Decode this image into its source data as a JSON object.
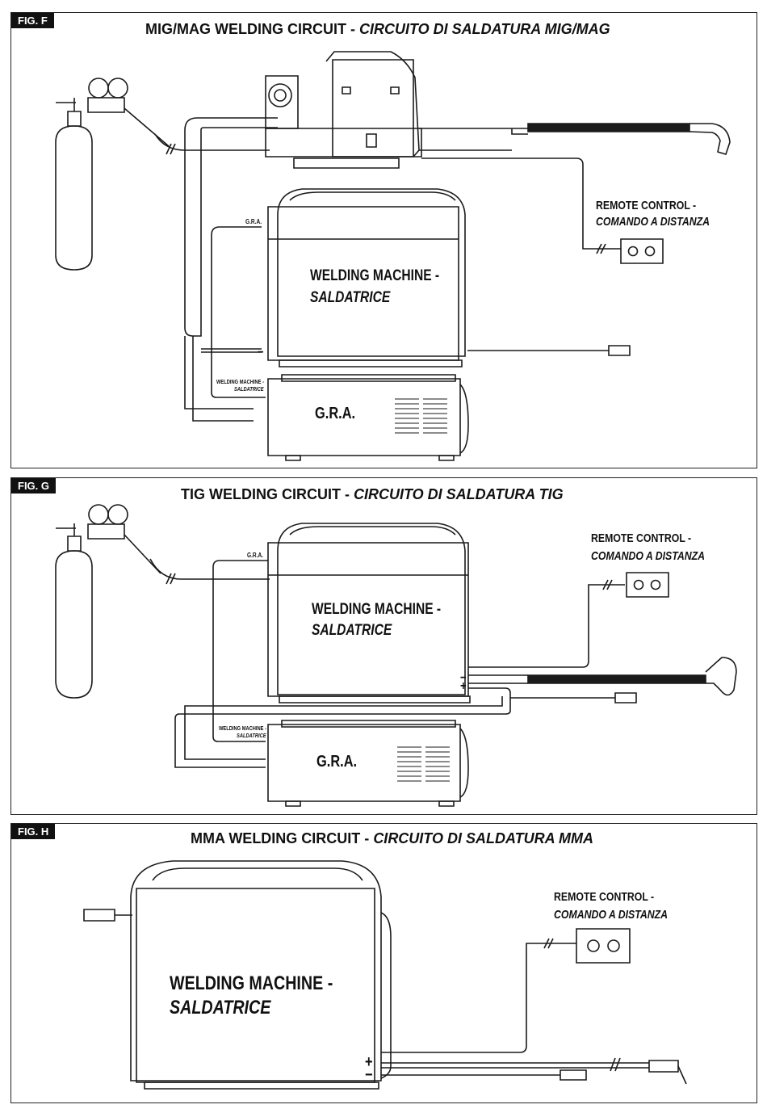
{
  "figures": [
    {
      "tag": "FIG. F",
      "title": "MIG/MAG WELDING CIRCUIT - ",
      "title_italic": "CIRCUITO DI SALDATURA MIG/MAG",
      "remote_line1": "REMOTE CONTROL -",
      "remote_line2": "COMANDO A DISTANZA",
      "machine_line1": "WELDING MACHINE -",
      "machine_line2": "SALDATRICE",
      "gra_small": "G.R.A.",
      "gra_unit_label": "G.R.A.",
      "gra_conn_line1": "WELDING MACHINE -",
      "gra_conn_line2": "SALDATRICE"
    },
    {
      "tag": "FIG. G",
      "title": "TIG WELDING CIRCUIT - ",
      "title_italic": "CIRCUITO DI  SALDATURA TIG",
      "remote_line1": "REMOTE CONTROL -",
      "remote_line2": "COMANDO A DISTANZA",
      "machine_line1": "WELDING MACHINE -",
      "machine_line2": "SALDATRICE",
      "gra_small": "G.R.A.",
      "gra_unit_label": "G.R.A.",
      "gra_conn_line1": "WELDING MACHINE -",
      "gra_conn_line2": "SALDATRICE"
    },
    {
      "tag": "FIG. H",
      "title": "MMA WELDING CIRCUIT - ",
      "title_italic": "CIRCUITO DI SALDATURA MMA",
      "remote_line1": "REMOTE CONTROL -",
      "remote_line2": "COMANDO A DISTANZA",
      "machine_line1": "WELDING MACHINE -",
      "machine_line2": "SALDATRICE"
    }
  ],
  "polarity": {
    "plus": "+",
    "minus": "−"
  },
  "colors": {
    "line": "#1a1a1a",
    "background": "#ffffff"
  },
  "icons": [
    "gas-cylinder-icon",
    "pressure-regulator-icon",
    "wire-feeder-icon",
    "mig-torch-icon",
    "tig-torch-icon",
    "electrode-holder-icon",
    "earth-clamp-icon",
    "remote-control-icon",
    "cooling-unit-icon"
  ]
}
